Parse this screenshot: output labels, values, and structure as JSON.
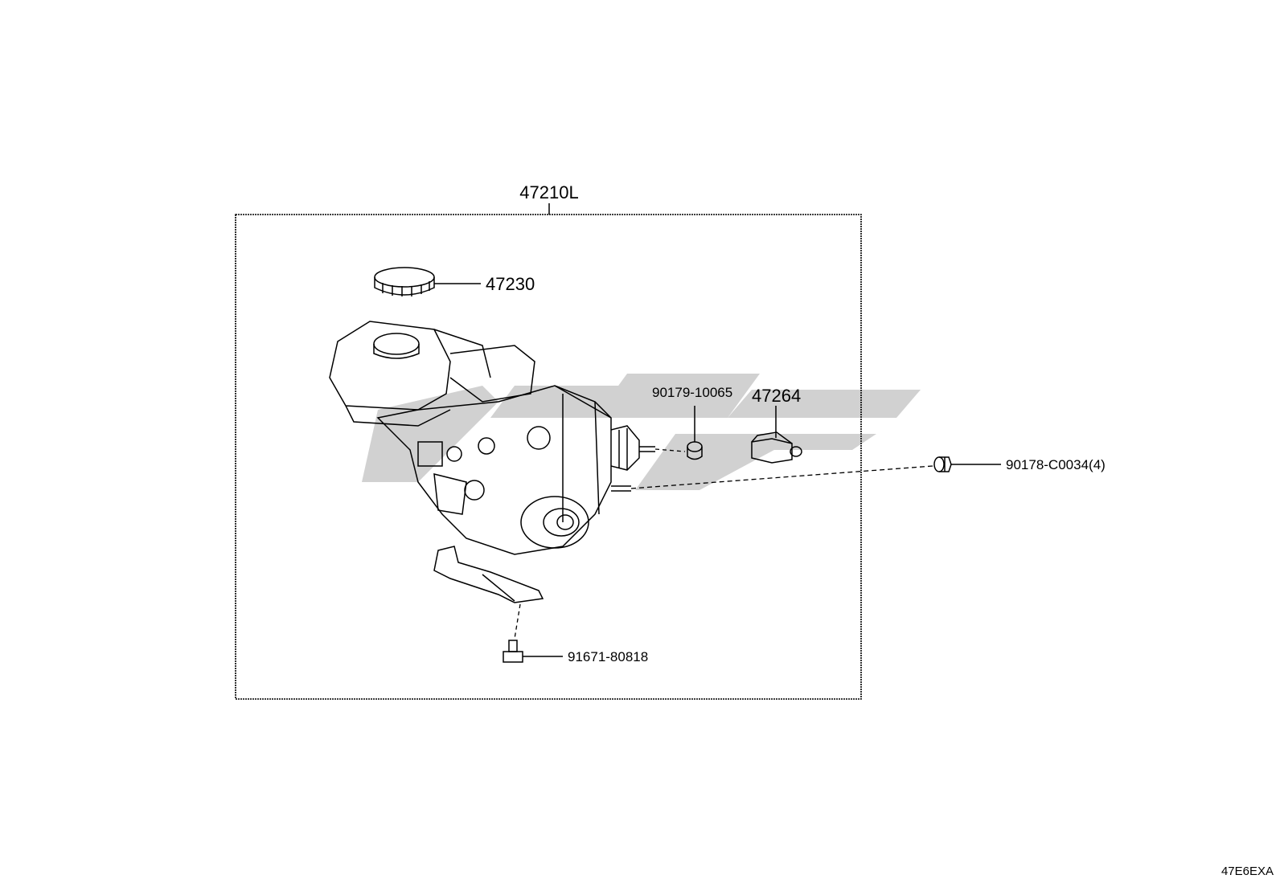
{
  "diagram": {
    "group_label": "47210L",
    "callouts": {
      "cap": "47230",
      "grommet": "90179-10065",
      "sensor": "47264",
      "nut": "90178-C0034(4)",
      "bolt": "91671-80818"
    },
    "diagram_code": "47E6EXA"
  }
}
